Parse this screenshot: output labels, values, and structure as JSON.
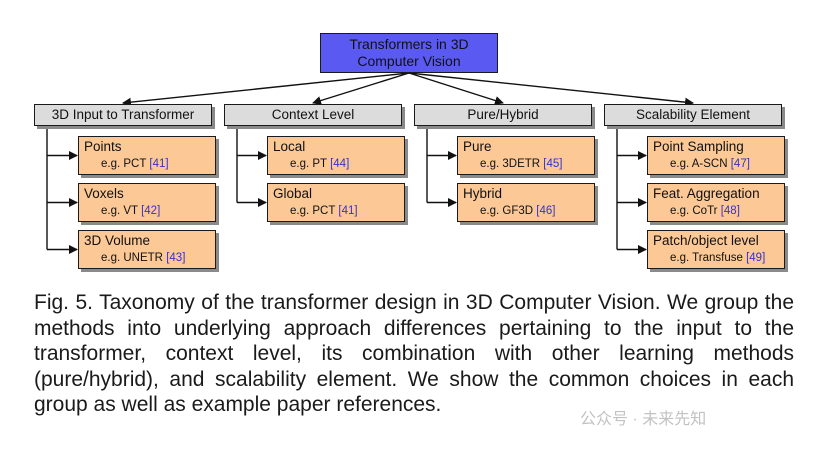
{
  "root": {
    "line1": "Transformers in 3D",
    "line2": "Computer Vision"
  },
  "categories": [
    {
      "title": "3D Input to Transformer",
      "items": [
        {
          "label": "Points",
          "example": "e.g. PCT",
          "ref": "[41]"
        },
        {
          "label": "Voxels",
          "example": "e.g. VT",
          "ref": "[42]"
        },
        {
          "label": "3D Volume",
          "example": "e.g. UNETR",
          "ref": "[43]"
        }
      ]
    },
    {
      "title": "Context Level",
      "items": [
        {
          "label": "Local",
          "example": "e.g. PT",
          "ref": "[44]"
        },
        {
          "label": "Global",
          "example": "e.g. PCT",
          "ref": "[41]"
        }
      ]
    },
    {
      "title": "Pure/Hybrid",
      "items": [
        {
          "label": "Pure",
          "example": "e.g. 3DETR",
          "ref": "[45]"
        },
        {
          "label": "Hybrid",
          "example": "e.g. GF3D",
          "ref": "[46]"
        }
      ]
    },
    {
      "title": "Scalability Element",
      "items": [
        {
          "label": "Point Sampling",
          "example": "e.g. A-SCN",
          "ref": "[47]"
        },
        {
          "label": "Feat. Aggregation",
          "example": "e.g. CoTr",
          "ref": "[48]"
        },
        {
          "label": "Patch/object level",
          "example": "e.g. Transfuse",
          "ref": "[49]"
        }
      ]
    }
  ],
  "caption": "Fig. 5. Taxonomy of the transformer design in 3D Computer Vision. We group the methods into underlying approach differences pertaining to the input to the transformer, context level, its combination with other learning methods (pure/hybrid), and scalability element. We show the common choices in each group as well as example paper references.",
  "watermark": "公众号 · 未来先知",
  "colors": {
    "root_fill": "#5a5af2",
    "category_fill": "#dcdcdc",
    "leaf_fill": "#fbc896",
    "reference_text": "#3333cc"
  }
}
